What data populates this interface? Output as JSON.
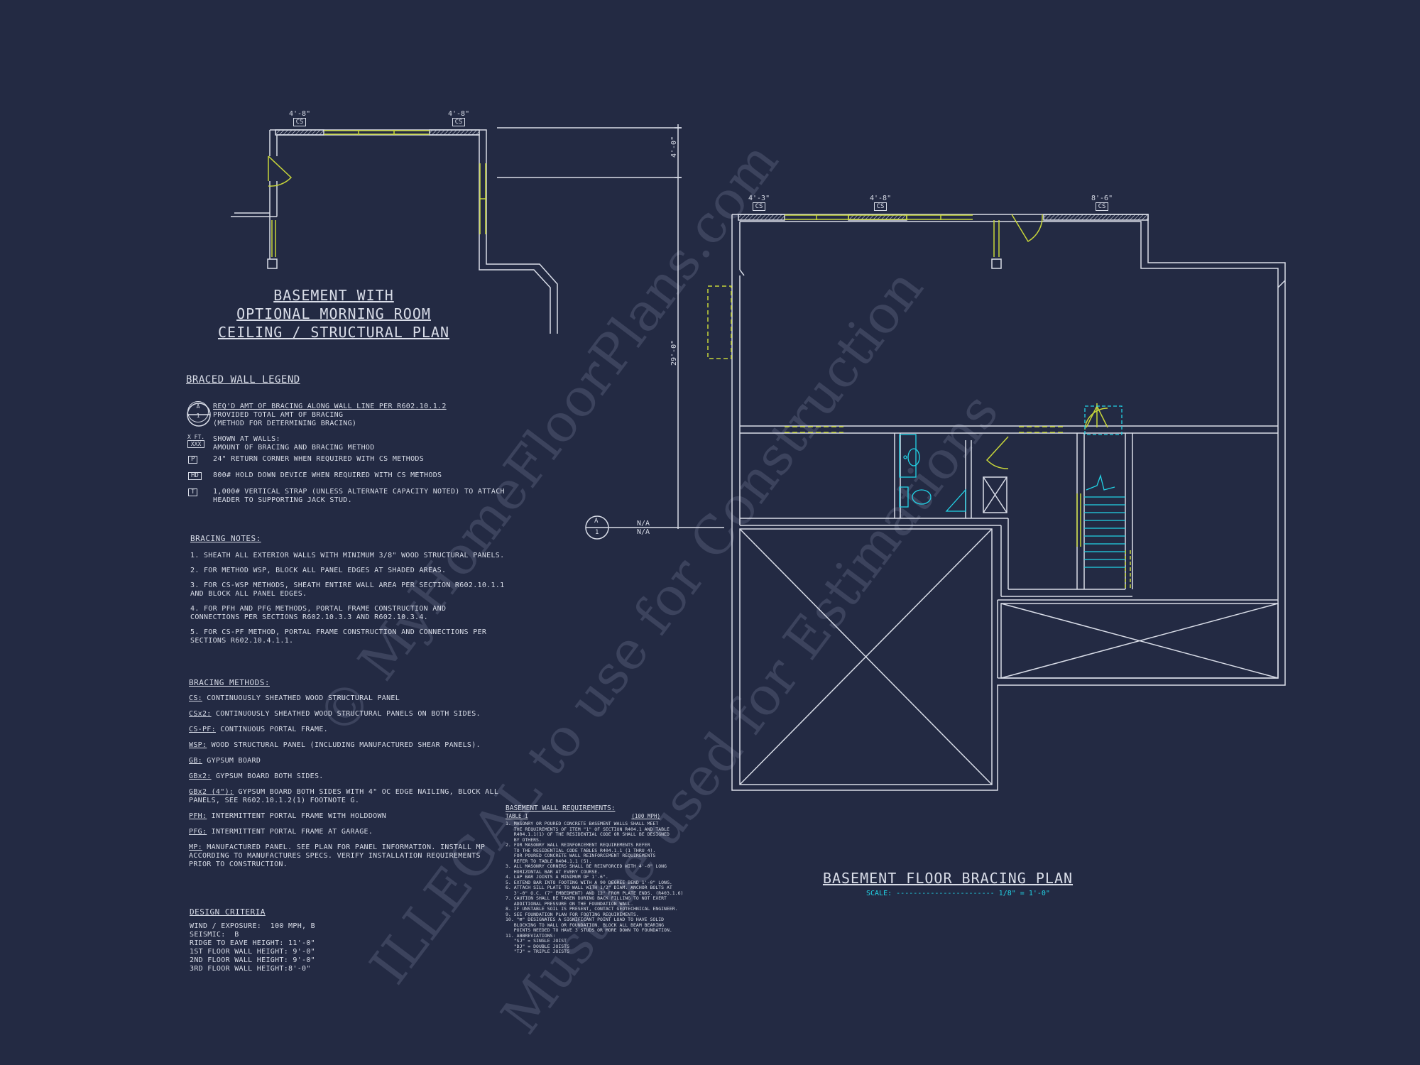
{
  "title_upper": [
    "BASEMENT WITH",
    "OPTIONAL MORNING ROOM",
    "CEILING / STRUCTURAL PLAN"
  ],
  "title_lower": "BASEMENT FLOOR BRACING PLAN",
  "scale_label": "SCALE:",
  "scale_dashes": "-----------------------",
  "scale_value": "1/8\" = 1'-0\"",
  "watermark": [
    "© MyHomeFloorPlans.com",
    "ILLEGAL to use for Construction",
    "Must be used for Estimations"
  ],
  "dims": {
    "top_left_a": "4'-8\"",
    "top_left_b": "4'-8\"",
    "cs": "CS",
    "right_top": "4'-0\"",
    "right_vertical": "29'-0\"",
    "lower_a": "4'-3\"",
    "lower_b": "4'-8\"",
    "lower_c": "8'-6\""
  },
  "callout": {
    "top": "A",
    "bottom": "1",
    "na1": "N/A",
    "na2": "N/A"
  },
  "legend": {
    "heading": "BRACED WALL LEGEND",
    "circle_top": "A",
    "circle_bottom": "1",
    "circle_text": [
      "REQ'D AMT OF BRACING ALONG WALL LINE PER R602.10.1.2",
      "PROVIDED TOTAL AMT OF BRACING",
      "(METHOD FOR DETERMINING BRACING)"
    ],
    "box_top": "X FT.",
    "box_bottom": "XXX",
    "box_text": [
      "SHOWN AT WALLS:",
      "AMOUNT OF BRACING AND BRACING METHOD"
    ],
    "p_tag": "P",
    "p_text": "24\" RETURN CORNER WHEN REQUIRED WITH CS METHODS",
    "hd_tag": "HD",
    "hd_text": "800# HOLD DOWN DEVICE WHEN REQUIRED WITH CS METHODS",
    "t_tag": "T",
    "t_text": [
      "1,000# VERTICAL STRAP (UNLESS ALTERNATE CAPACITY NOTED) TO ATTACH",
      "HEADER TO SUPPORTING JACK STUD."
    ]
  },
  "bracing_notes": {
    "heading": "BRACING NOTES:",
    "items": [
      [
        "1. SHEATH ALL EXTERIOR WALLS WITH MINIMUM 3/8\" WOOD STRUCTURAL PANELS."
      ],
      [
        "2. FOR METHOD WSP, BLOCK ALL PANEL EDGES AT SHADED AREAS."
      ],
      [
        "3. FOR CS-WSP METHODS, SHEATH ENTIRE WALL AREA PER SECTION R602.10.1.1",
        "AND BLOCK ALL PANEL EDGES."
      ],
      [
        "4. FOR PFH AND PFG METHODS, PORTAL FRAME CONSTRUCTION AND",
        "CONNECTIONS PER SECTIONS R602.10.3.3 AND R602.10.3.4."
      ],
      [
        "5. FOR CS-PF METHOD, PORTAL FRAME CONSTRUCTION AND CONNECTIONS PER",
        "SECTIONS R602.10.4.1.1."
      ]
    ]
  },
  "bracing_methods": {
    "heading": "BRACING METHODS:",
    "items": [
      {
        "code": "CS:",
        "text": [
          "CONTINUOUSLY SHEATHED WOOD STRUCTURAL PANEL"
        ]
      },
      {
        "code": "CSx2:",
        "text": [
          "CONTINUOUSLY SHEATHED WOOD STRUCTURAL PANELS ON BOTH SIDES."
        ]
      },
      {
        "code": "CS-PF:",
        "text": [
          "CONTINUOUS PORTAL FRAME."
        ]
      },
      {
        "code": "WSP:",
        "text": [
          "WOOD STRUCTURAL PANEL (INCLUDING MANUFACTURED SHEAR PANELS)."
        ]
      },
      {
        "code": "GB:",
        "text": [
          "GYPSUM BOARD"
        ]
      },
      {
        "code": "GBx2:",
        "text": [
          "GYPSUM BOARD BOTH SIDES."
        ]
      },
      {
        "code": "GBx2 (4\"):",
        "text": [
          "GYPSUM BOARD BOTH SIDES WITH 4\" OC EDGE NAILING, BLOCK ALL",
          "PANELS, SEE R602.10.1.2(1) FOOTNOTE G."
        ]
      },
      {
        "code": "PFH:",
        "text": [
          "INTERMITTENT PORTAL FRAME WITH HOLDDOWN"
        ]
      },
      {
        "code": "PFG:",
        "text": [
          "INTERMITTENT PORTAL FRAME AT GARAGE."
        ]
      },
      {
        "code": "MP:",
        "text": [
          "MANUFACTURED PANEL. SEE PLAN FOR PANEL INFORMATION. INSTALL MP",
          "ACCORDING TO MANUFACTURES SPECS. VERIFY INSTALLATION REQUIREMENTS",
          "PRIOR TO CONSTRUCTION."
        ]
      }
    ]
  },
  "design_criteria": {
    "heading": "DESIGN CRITERIA",
    "lines": [
      "WIND / EXPOSURE:  100 MPH, B",
      "SEISMIC:  B",
      "RIDGE TO EAVE HEIGHT: 11'-0\"",
      "1ST FLOOR WALL HEIGHT: 9'-0\"",
      "2ND FLOOR WALL HEIGHT: 9'-0\"",
      "3RD FLOOR WALL HEIGHT:8'-0\""
    ]
  },
  "basement_req": {
    "heading": "BASEMENT WALL REQUIREMENTS:",
    "table": "TABLE 1",
    "wind": "(100 MPH)",
    "lines": [
      "1. MASONRY OR POURED CONCRETE BASEMENT WALLS SHALL MEET",
      "   THE REQUIREMENTS OF ITEM \"1\" OF SECTION R404.1 AND TABLE",
      "   R404.1.1(1) OF THE RESIDENTIAL CODE OR SHALL BE DESIGNED",
      "   BY OTHERS.",
      "2. FOR MASONRY WALL REINFORCEMENT REQUIREMENTS REFER",
      "   TO THE RESIDENTIAL CODE TABLES R404.1.1 (1 THRU 4).",
      "   FOR POURED CONCRETE WALL REINFORCEMENT REQUIREMENTS",
      "   REFER TO TABLE R404.1.1 (5).",
      "3. ALL MASONRY CORNERS SHALL BE REINFORCED WITH 4'-0\" LONG",
      "   HORIZONTAL BAR AT EVERY COURSE.",
      "4. LAP BAR JOINTS A MINIMUM OF 1'-6\".",
      "5. EXTEND BAR INTO FOOTING WITH A 90 DEGREE BEND 1'-0\" LONG.",
      "6. ATTACH SILL PLATE TO WALL WITH 1/2\" DIAM. ANCHOR BOLTS AT",
      "   3'-0\" O.C. (7\" EMBEDMENT) AND 12\" FROM PLATE ENDS. (R403.1.6)",
      "7. CAUTION SHALL BE TAKEN DURING BACK FILLING TO NOT EXERT",
      "   ADDITIONAL PRESSURE ON THE FOUNDATION WALL.",
      "8. IF UNSTABLE SOIL IS PRESENT, CONTACT GEOTECHNICAL ENGINEER.",
      "9. SEE FOUNDATION PLAN FOR FOOTING REQUIREMENTS.",
      "10. \"⊠\" DESIGNATES A SIGNIFICANT POINT LOAD TO HAVE SOLID",
      "   BLOCKING TO WALL OR FOUNDATION. BLOCK ALL BEAM BEARING",
      "   POINTS NEEDED TO HAVE 3 STUDS OR MORE DOWN TO FOUNDATION.",
      "11. ABBREVIATIONS:",
      "   \"SJ\" = SINGLE JOIST",
      "   \"DJ\" = DOUBLE JOISTS",
      "   \"TJ\" = TRIPLE JOISTS"
    ]
  },
  "colors": {
    "bg": "#232a43",
    "line": "#d9dde8",
    "brace": "#c8d63a",
    "cyan": "#22d3e6"
  }
}
